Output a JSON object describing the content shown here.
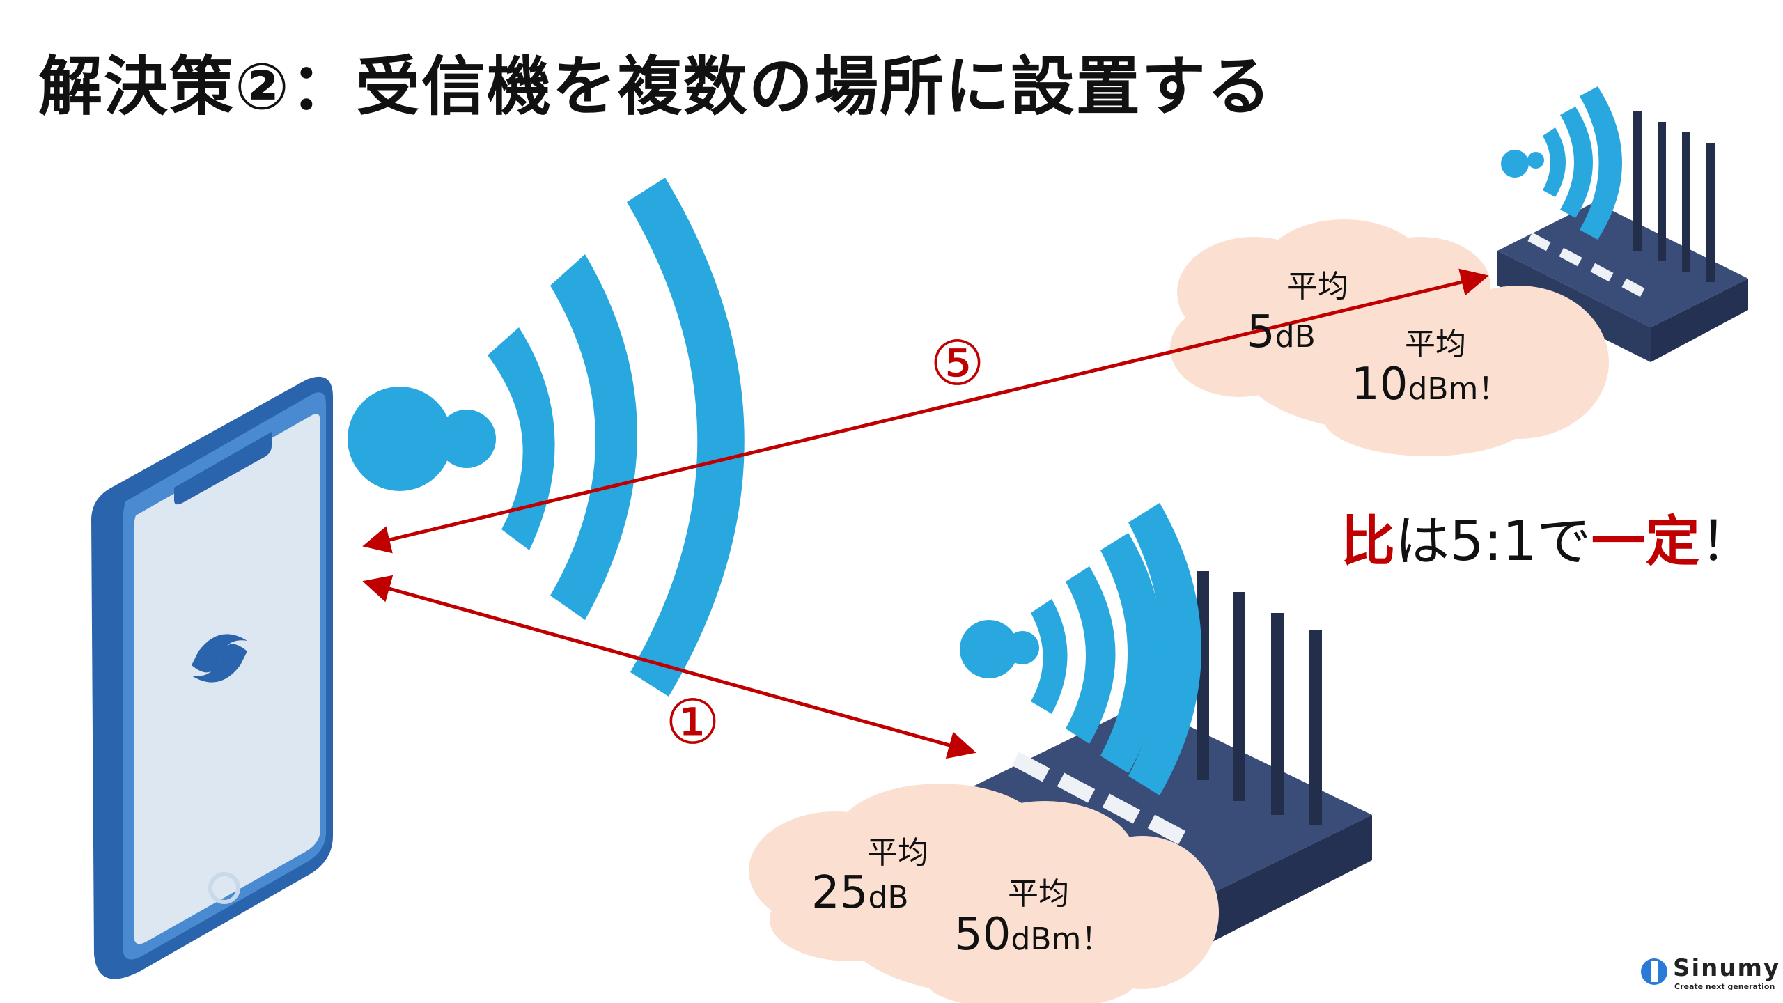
{
  "title": "解決策②：受信機を複数の場所に設置する",
  "far_receiver": {
    "label_circle": "⑤",
    "noise_label": "平均",
    "noise_value": "5",
    "noise_unit": "dB",
    "signal_label": "平均",
    "signal_value": "10",
    "signal_unit": "dBm！"
  },
  "near_receiver": {
    "label_circle": "①",
    "noise_label": "平均",
    "noise_value": "25",
    "noise_unit": "dB",
    "signal_label": "平均",
    "signal_value": "50",
    "signal_unit": "dBm！"
  },
  "conclusion": {
    "part1": "比",
    "part2": "は5:1で",
    "part3": "一定",
    "part4": "！"
  },
  "logo": {
    "name": "Sinumy",
    "tagline": "Create next generation"
  },
  "colors": {
    "accent_red": "#c00000",
    "wifi_blue": "#29a8e0",
    "phone_blue": "#2f6db5",
    "router_navy": "#3a4d78",
    "cloud": "#fbe0d2"
  }
}
